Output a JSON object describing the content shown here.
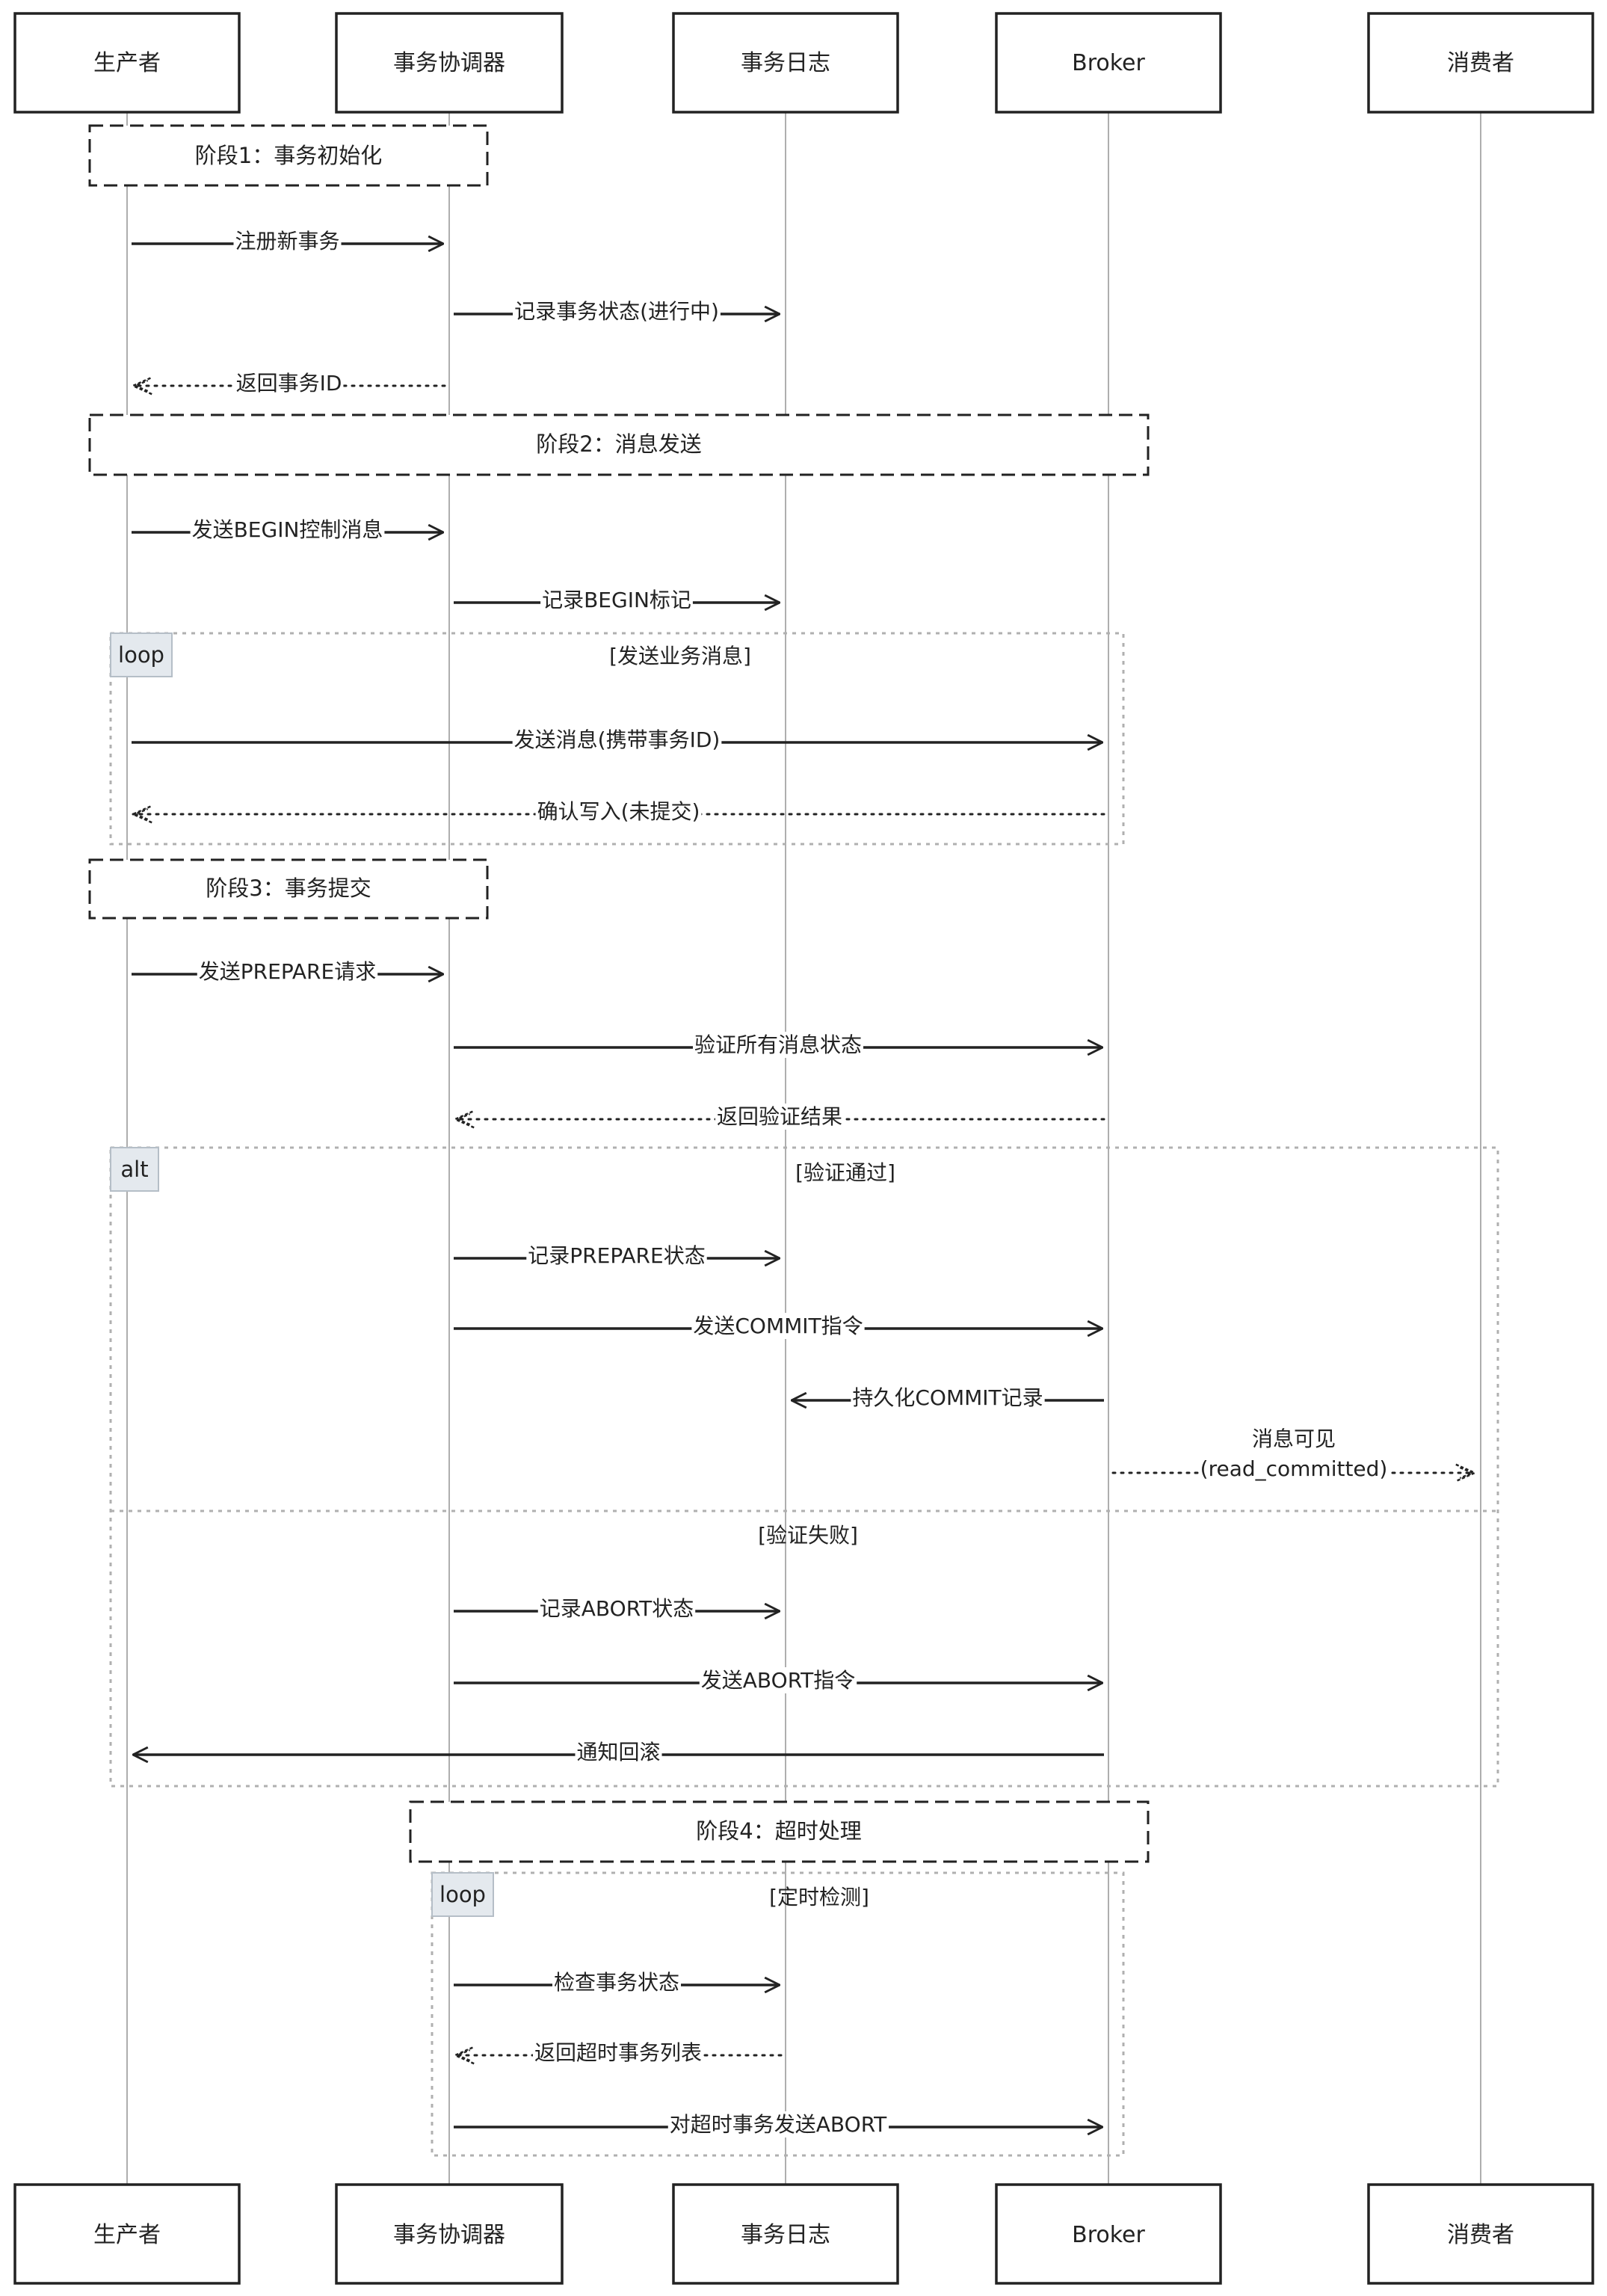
{
  "actors": [
    {
      "id": "producer",
      "label": "生产者"
    },
    {
      "id": "coordinator",
      "label": "事务协调器"
    },
    {
      "id": "txlog",
      "label": "事务日志"
    },
    {
      "id": "broker",
      "label": "Broker"
    },
    {
      "id": "consumer",
      "label": "消费者"
    }
  ],
  "phases": [
    {
      "label": "阶段1：事务初始化"
    },
    {
      "label": "阶段2：消息发送"
    },
    {
      "label": "阶段3：事务提交"
    },
    {
      "label": "阶段4：超时处理"
    }
  ],
  "messages": [
    {
      "from": "producer",
      "to": "coordinator",
      "style": "solid",
      "label": "注册新事务"
    },
    {
      "from": "coordinator",
      "to": "txlog",
      "style": "solid",
      "label": "记录事务状态(进行中)"
    },
    {
      "from": "coordinator",
      "to": "producer",
      "style": "dotted",
      "label": "返回事务ID"
    },
    {
      "from": "producer",
      "to": "coordinator",
      "style": "solid",
      "label": "发送BEGIN控制消息"
    },
    {
      "from": "coordinator",
      "to": "txlog",
      "style": "solid",
      "label": "记录BEGIN标记"
    },
    {
      "from": "producer",
      "to": "broker",
      "style": "solid",
      "label": "发送消息(携带事务ID)"
    },
    {
      "from": "broker",
      "to": "producer",
      "style": "dotted",
      "label": "确认写入(未提交)"
    },
    {
      "from": "producer",
      "to": "coordinator",
      "style": "solid",
      "label": "发送PREPARE请求"
    },
    {
      "from": "coordinator",
      "to": "broker",
      "style": "solid",
      "label": "验证所有消息状态"
    },
    {
      "from": "broker",
      "to": "coordinator",
      "style": "dotted",
      "label": "返回验证结果"
    },
    {
      "from": "coordinator",
      "to": "txlog",
      "style": "solid",
      "label": "记录PREPARE状态"
    },
    {
      "from": "coordinator",
      "to": "broker",
      "style": "solid",
      "label": "发送COMMIT指令"
    },
    {
      "from": "broker",
      "to": "txlog",
      "style": "solid",
      "label": "持久化COMMIT记录"
    },
    {
      "from": "broker",
      "to": "consumer",
      "style": "dotted",
      "label": "消息可见",
      "label2": "(read_committed)"
    },
    {
      "from": "coordinator",
      "to": "txlog",
      "style": "solid",
      "label": "记录ABORT状态"
    },
    {
      "from": "coordinator",
      "to": "broker",
      "style": "solid",
      "label": "发送ABORT指令"
    },
    {
      "from": "broker",
      "to": "producer",
      "style": "solid",
      "label": "通知回滚"
    },
    {
      "from": "coordinator",
      "to": "txlog",
      "style": "solid",
      "label": "检查事务状态"
    },
    {
      "from": "txlog",
      "to": "coordinator",
      "style": "dotted",
      "label": "返回超时事务列表"
    },
    {
      "from": "coordinator",
      "to": "broker",
      "style": "solid",
      "label": "对超时事务发送ABORT"
    }
  ],
  "fragments": [
    {
      "type": "loop",
      "condition": "[发送业务消息]"
    },
    {
      "type": "alt",
      "condition": "[验证通过]",
      "else_condition": "[验证失败]"
    },
    {
      "type": "loop",
      "condition": "[定时检测]"
    }
  ]
}
